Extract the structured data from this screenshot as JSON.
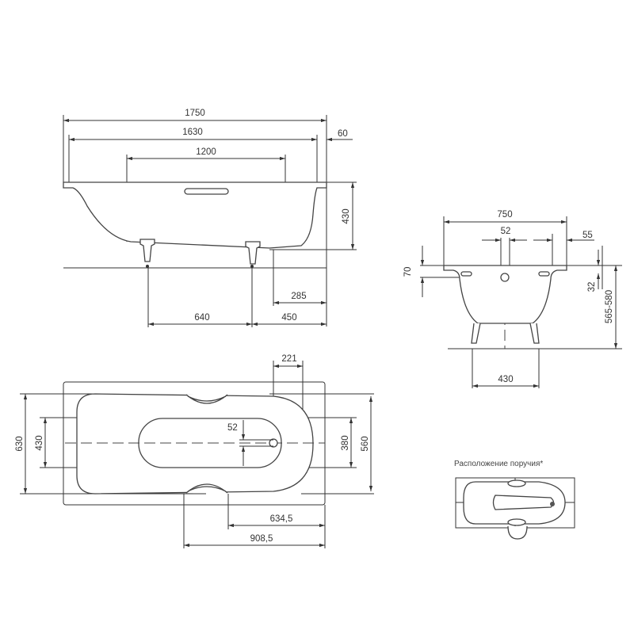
{
  "side_view": {
    "overall_length": "1750",
    "inner_length": "1630",
    "rim_width": "60",
    "panel_length": "1200",
    "height": "430",
    "drain_offset": "285",
    "feet_spacing": "640",
    "foot_to_end": "450"
  },
  "front_view": {
    "width": "750",
    "drain_width": "52",
    "rim_right": "55",
    "overflow_depth": "70",
    "handle_offset": "32",
    "total_height": "565-580",
    "feet_width": "430"
  },
  "top_view": {
    "outer_width": "630",
    "inner_width": "430",
    "basin_width": "380",
    "bowl_width": "560",
    "drain_offset": "221",
    "drain_size": "52",
    "handle_near": "634,5",
    "handle_far": "908,5"
  },
  "inset": {
    "caption": "Расположение поручия*"
  },
  "colors": {
    "line": "#333333",
    "background": "#ffffff"
  }
}
